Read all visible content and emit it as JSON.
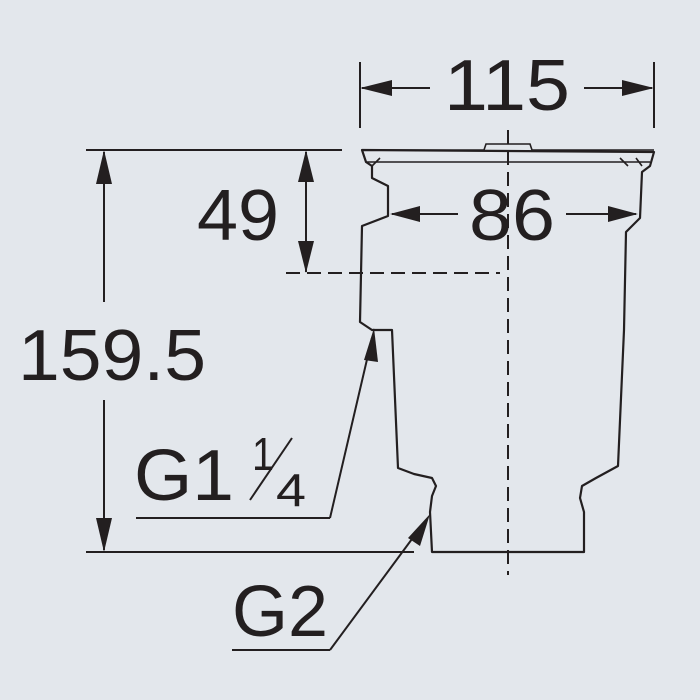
{
  "drawing": {
    "dimensions": {
      "top_width": "115",
      "inner_width": "86",
      "upper_height": "49",
      "total_height": "159.5"
    },
    "threads": {
      "upper_thread_main": "G1",
      "upper_thread_fraction_num": "1",
      "upper_thread_fraction_den": "4",
      "lower_thread": "G2"
    }
  },
  "colors": {
    "background": "#e3e7ec",
    "ink": "#231f20"
  }
}
